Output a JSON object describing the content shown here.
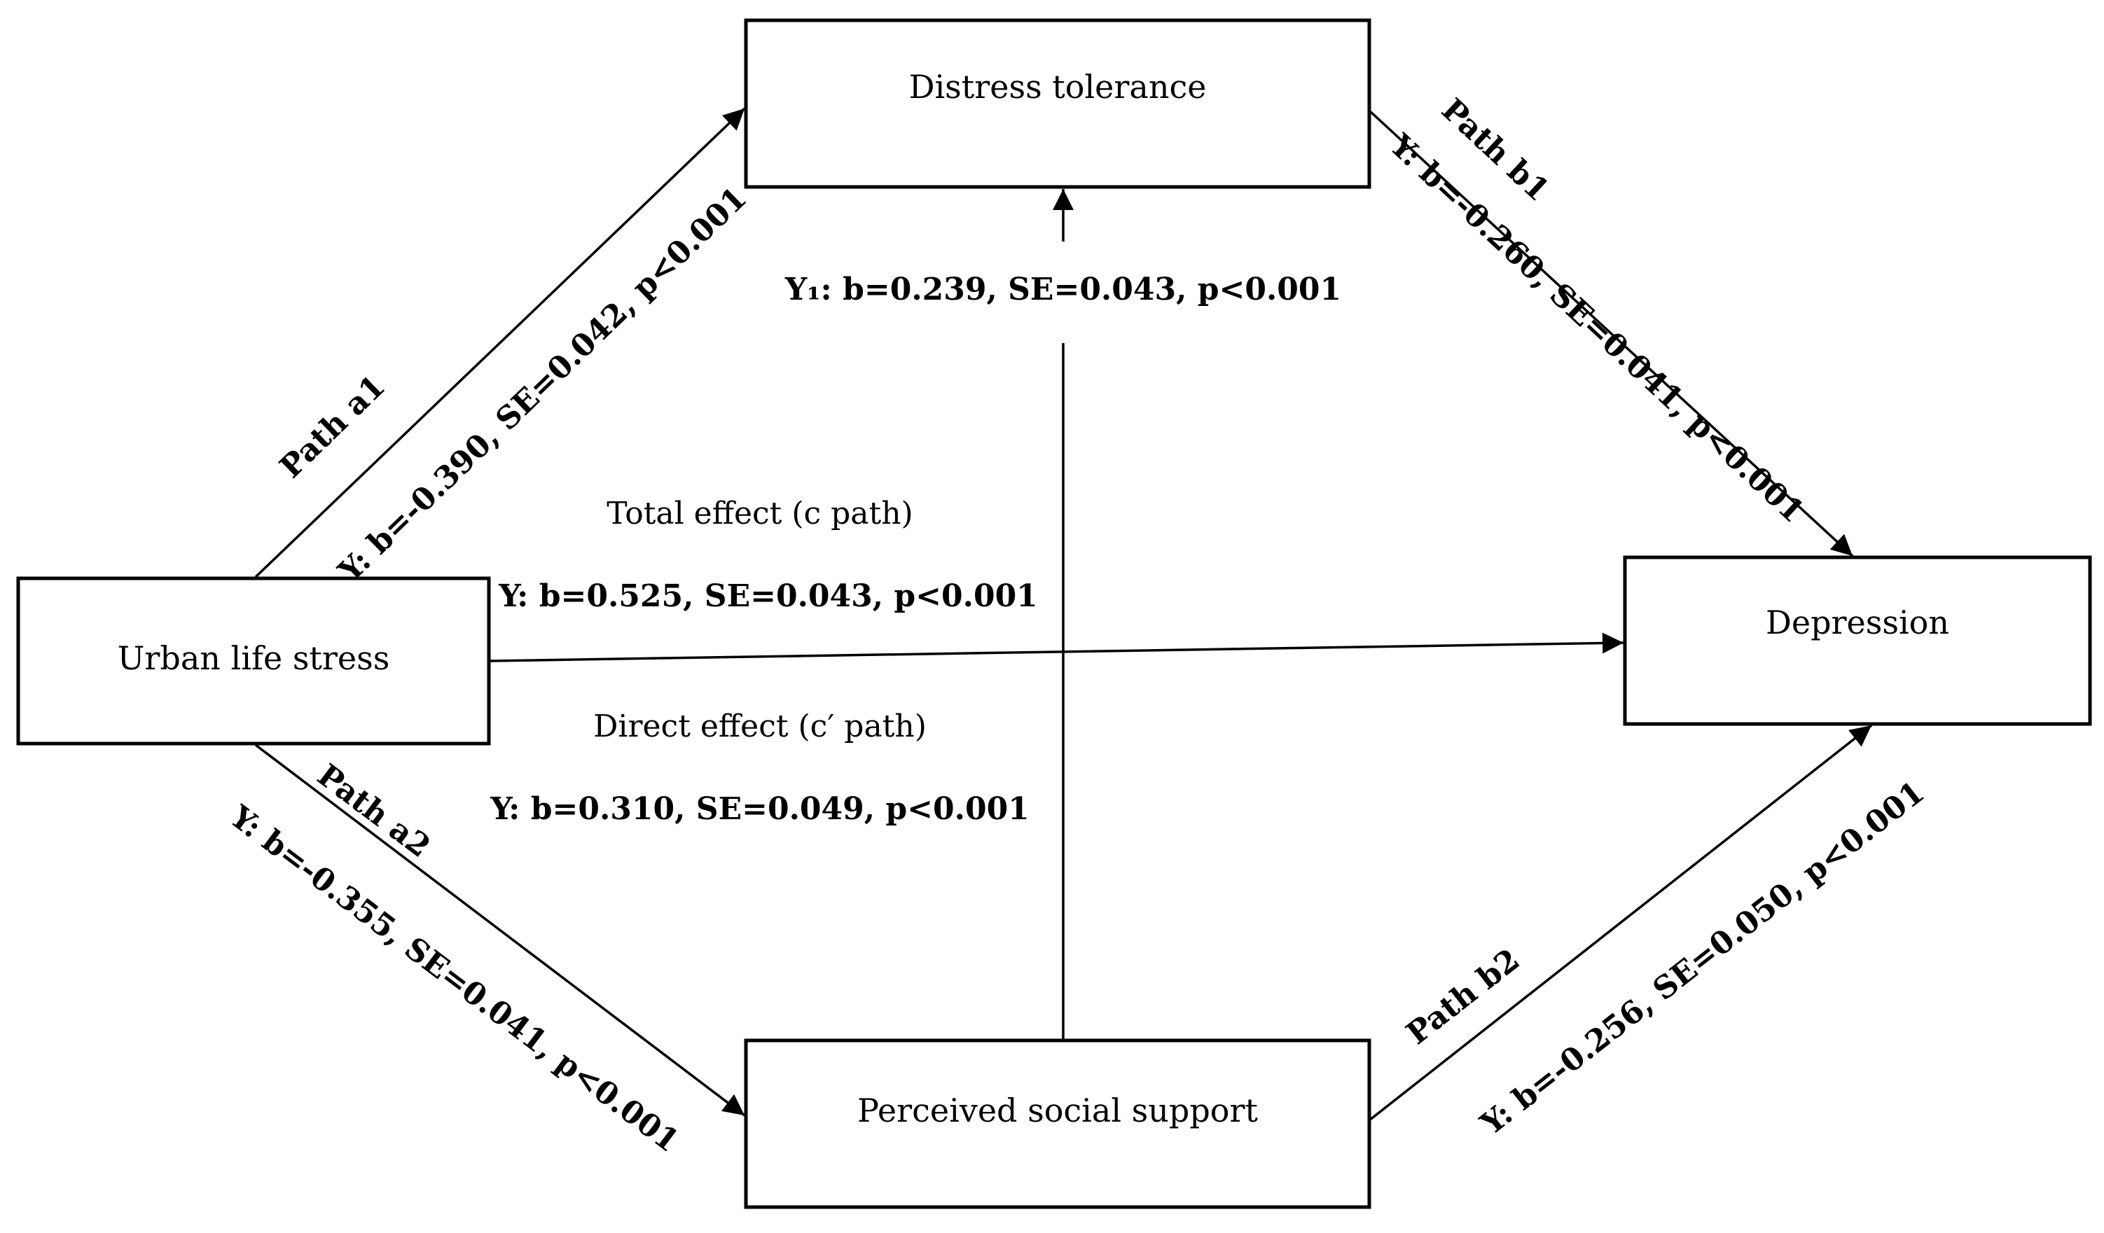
{
  "nodes": {
    "urban_life_stress": "Urban life stress",
    "distress_tolerance": "Distress tolerance",
    "perceived_social_support": "Perceived social support",
    "depression": "Depression"
  },
  "paths": {
    "a1": {
      "title": "Path a1",
      "stat": "Y: b=-0.390, SE=0.042, p<0.001"
    },
    "b1": {
      "title": "Path b1",
      "stat": "Y: b=-0.260, SE=0.041, p<0.001"
    },
    "a2": {
      "title": "Path a2",
      "stat": "Y: b=-0.355, SE=0.041, p<0.001"
    },
    "b2": {
      "title": "Path b2",
      "stat": "Y: b=-0.256, SE=0.050, p<0.001"
    },
    "vertical": {
      "stat": "Y₁: b=0.239, SE=0.043, p<0.001"
    },
    "total": {
      "title": "Total effect (c path)",
      "stat": "Y: b=0.525, SE=0.043, p<0.001"
    },
    "direct": {
      "title": "Direct effect (c′ path)",
      "stat": "Y: b=0.310, SE=0.049, p<0.001"
    }
  },
  "colors": {
    "stroke": "#000000",
    "background": "#ffffff"
  }
}
